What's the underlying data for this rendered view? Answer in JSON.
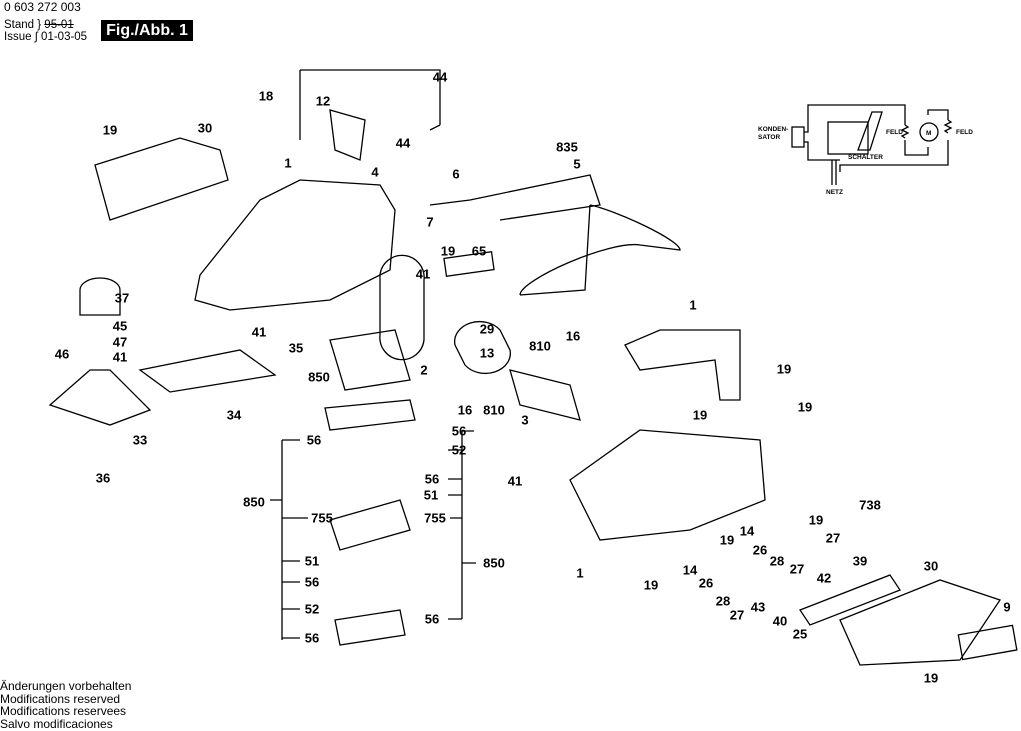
{
  "header": {
    "document_number": "0 603 272 003",
    "stand_label": "Stand",
    "issue_label": "Issue",
    "old_date": "95-01",
    "issue_date": "01-03-05",
    "figure_label": "Fig./Abb. 1"
  },
  "circuit": {
    "kondensator": [
      "KONDEN-",
      "SATOR"
    ],
    "schalter": "SCHALTER",
    "feld_left": "FELD",
    "feld_right": "FELD",
    "motor": "M",
    "netz": "NETZ"
  },
  "callouts": [
    "44",
    "18",
    "12",
    "44",
    "4",
    "19",
    "30",
    "1",
    "835",
    "5",
    "6",
    "7",
    "19",
    "65",
    "41",
    "37",
    "45",
    "47",
    "41",
    "46",
    "41",
    "35",
    "29",
    "810",
    "16",
    "13",
    "2",
    "850",
    "1",
    "19",
    "19",
    "19",
    "16",
    "810",
    "3",
    "34",
    "33",
    "36",
    "56",
    "56",
    "52",
    "56",
    "51",
    "850",
    "755",
    "755",
    "41",
    "738",
    "14",
    "19",
    "26",
    "27",
    "51",
    "850",
    "1",
    "19",
    "14",
    "26",
    "19",
    "28",
    "27",
    "39",
    "42",
    "28",
    "43",
    "27",
    "40",
    "30",
    "9",
    "56",
    "56",
    "52",
    "56",
    "25",
    "19"
  ],
  "footer": [
    "Änderungen vorbehalten",
    "Modifications reserved",
    "Modifications reservees",
    "Salvo modificaciones"
  ]
}
